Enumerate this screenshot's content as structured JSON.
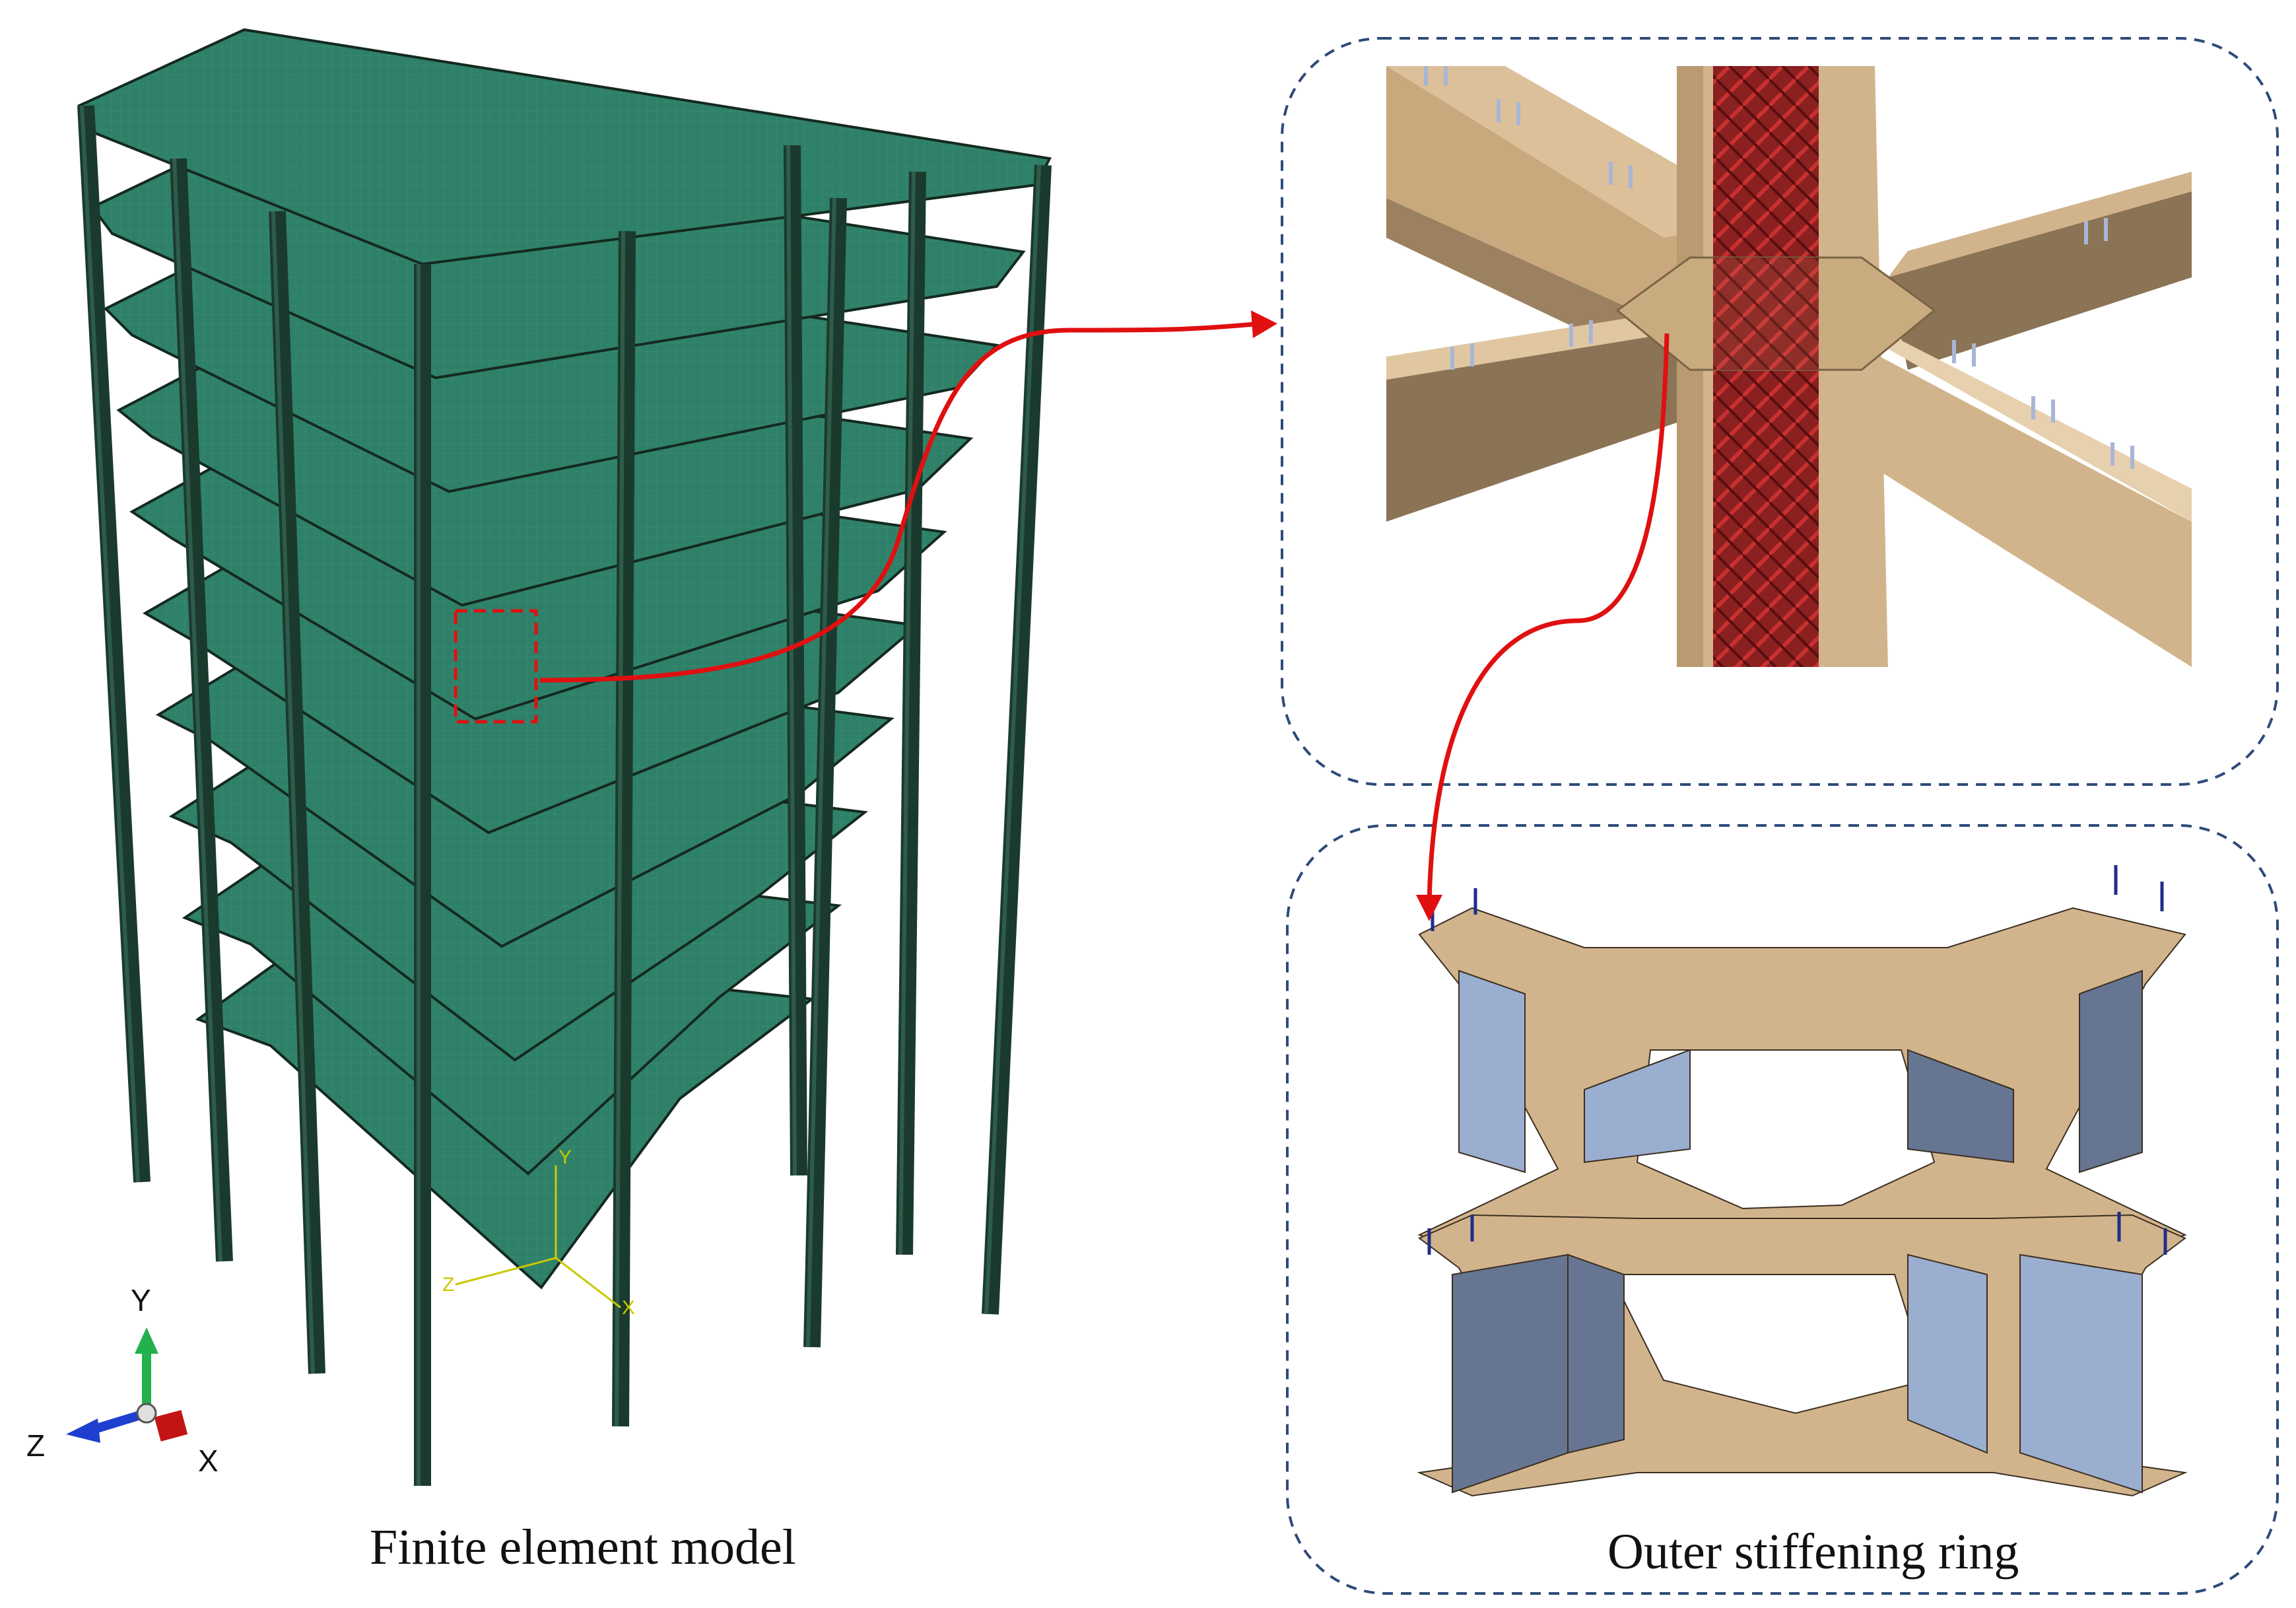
{
  "captions": {
    "left": "Finite element model",
    "right": "Outer stiffening ring"
  },
  "triad": {
    "y": "Y",
    "z": "Z",
    "x": "X"
  },
  "local_triad": {
    "y": "Y",
    "z": "Z",
    "x": "X"
  },
  "colors": {
    "slab": "#2e7d66",
    "frame": "#1b3a2e",
    "wood": "#d2b48c",
    "wood_dark": "#8b7355",
    "rebar": "#a31515",
    "plate_light": "#9aaed0",
    "plate_dark": "#667591",
    "arrow": "#e01010",
    "dash": "#2e4a7a"
  }
}
